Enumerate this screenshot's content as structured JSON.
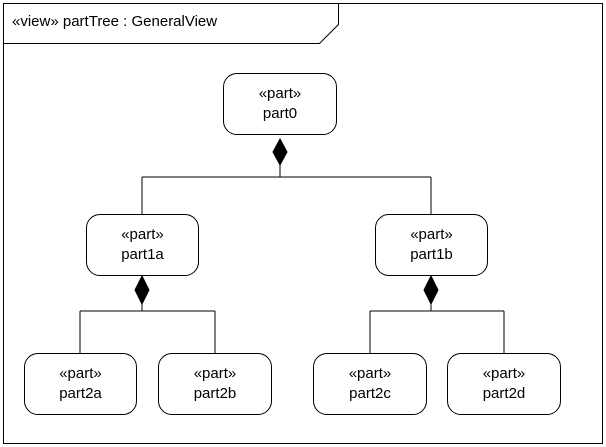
{
  "view": {
    "title": "«view» partTree : GeneralView"
  },
  "parts": {
    "part0": {
      "stereotype": "«part»",
      "name": "part0"
    },
    "part1a": {
      "stereotype": "«part»",
      "name": "part1a"
    },
    "part1b": {
      "stereotype": "«part»",
      "name": "part1b"
    },
    "part2a": {
      "stereotype": "«part»",
      "name": "part2a"
    },
    "part2b": {
      "stereotype": "«part»",
      "name": "part2b"
    },
    "part2c": {
      "stereotype": "«part»",
      "name": "part2c"
    },
    "part2d": {
      "stereotype": "«part»",
      "name": "part2d"
    }
  },
  "composition": [
    {
      "owner": "part0",
      "parts": [
        "part1a",
        "part1b"
      ]
    },
    {
      "owner": "part1a",
      "parts": [
        "part2a",
        "part2b"
      ]
    },
    {
      "owner": "part1b",
      "parts": [
        "part2c",
        "part2d"
      ]
    }
  ],
  "colors": {
    "line": "#000000",
    "background": "#ffffff"
  }
}
